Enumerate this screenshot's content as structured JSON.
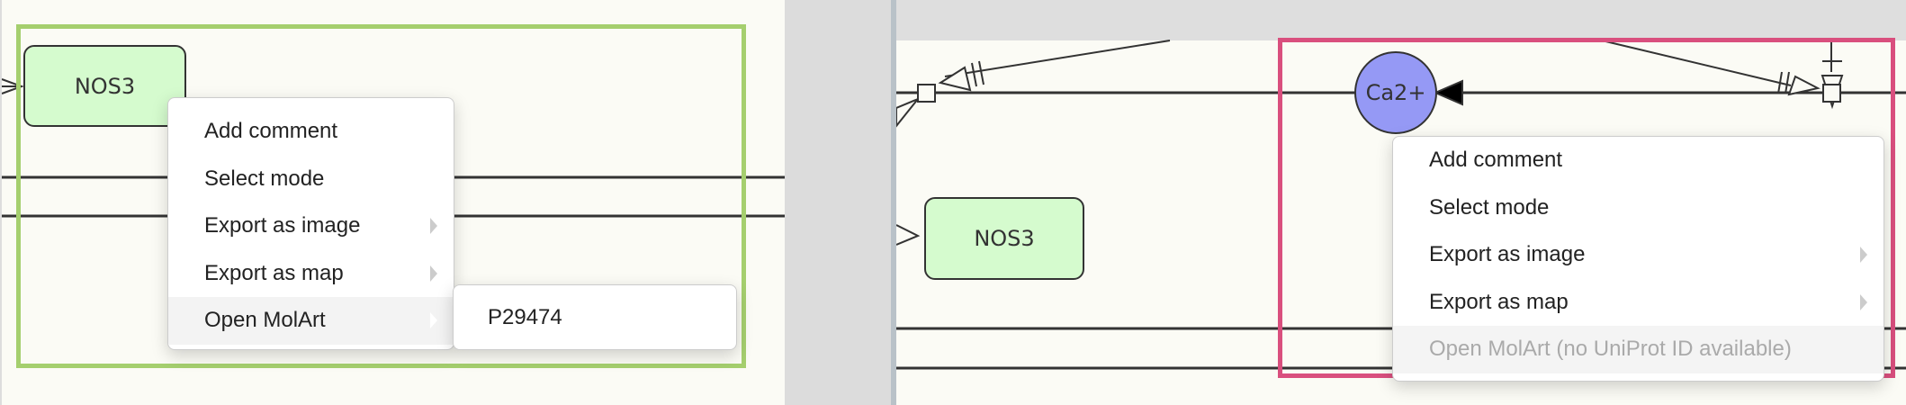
{
  "left_view": {
    "node_label": "NOS3",
    "highlight_color": "#a5cf6e",
    "context_menu": {
      "items": [
        {
          "label": "Add comment",
          "submenu": false
        },
        {
          "label": "Select mode",
          "submenu": false
        },
        {
          "label": "Export as image",
          "submenu": true
        },
        {
          "label": "Export as map",
          "submenu": true
        },
        {
          "label": "Open MolArt",
          "submenu": true,
          "hovered": true
        }
      ],
      "submenu_items": [
        "P29474"
      ]
    }
  },
  "right_view": {
    "node_label": "NOS3",
    "circle_label": "Ca2+",
    "highlight_color": "#d94f7e",
    "context_menu": {
      "items": [
        {
          "label": "Add comment",
          "submenu": false
        },
        {
          "label": "Select mode",
          "submenu": false
        },
        {
          "label": "Export as image",
          "submenu": true
        },
        {
          "label": "Export as map",
          "submenu": true
        },
        {
          "label": "Open MolArt (no UniProt ID available)",
          "submenu": false,
          "disabled": true
        }
      ]
    }
  }
}
